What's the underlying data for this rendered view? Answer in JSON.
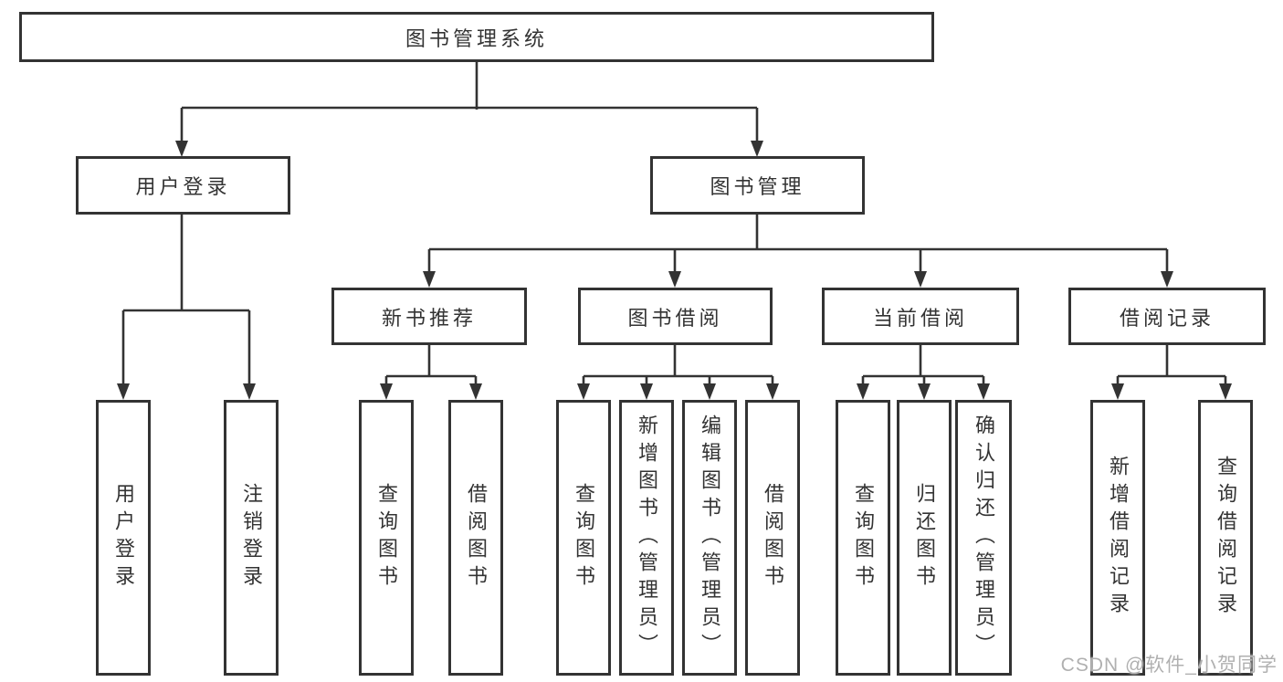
{
  "diagram": {
    "root": {
      "label": "图书管理系统"
    },
    "branches": [
      {
        "label": "用户登录",
        "children": [
          {
            "label": "用户登录"
          },
          {
            "label": "注销登录"
          }
        ]
      },
      {
        "label": "图书管理",
        "children": [
          {
            "label": "新书推荐",
            "children": [
              {
                "label": "查询图书"
              },
              {
                "label": "借阅图书"
              }
            ]
          },
          {
            "label": "图书借阅",
            "children": [
              {
                "label": "查询图书"
              },
              {
                "label": "新增图书（管理员）"
              },
              {
                "label": "编辑图书（管理员）"
              },
              {
                "label": "借阅图书"
              }
            ]
          },
          {
            "label": "当前借阅",
            "children": [
              {
                "label": "查询图书"
              },
              {
                "label": "归还图书"
              },
              {
                "label": "确认归还（管理员）"
              }
            ]
          },
          {
            "label": "借阅记录",
            "children": [
              {
                "label": "新增借阅记录"
              },
              {
                "label": "查询借阅记录"
              }
            ]
          }
        ]
      }
    ]
  },
  "watermark": {
    "text": "CSDN @软件_小贺同学",
    "color": "#b0b0b0"
  },
  "colors": {
    "line": "#333333",
    "text": "#333333",
    "box_background": "#ffffff",
    "page_background": "#ffffff"
  }
}
